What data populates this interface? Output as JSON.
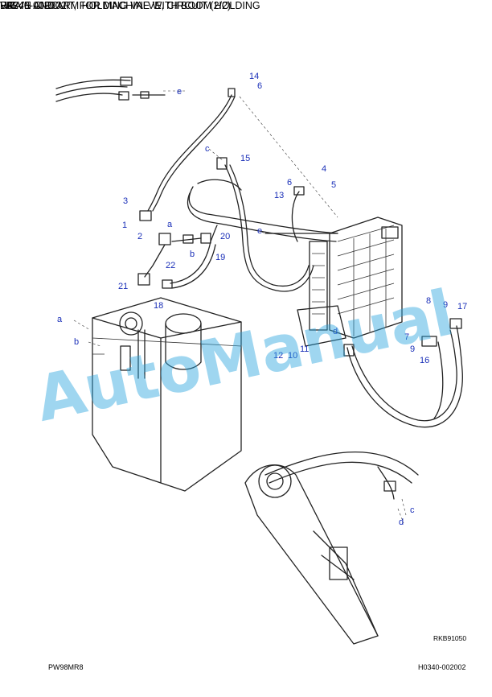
{
  "header": {
    "fig_label": "FIG",
    "fig_code": "H0340-002002",
    "title_line1": "DRAIN CIRCUIT, FOR MACHINE WITH BOOM HOLDING",
    "title_line2": "VALVE AND ARM HOLDING VALVE, CIRCUIT (2/2)"
  },
  "callouts": {
    "n1": "1",
    "n2": "2",
    "n3": "3",
    "n4": "4",
    "n5": "5",
    "n6a": "6",
    "n6b": "6",
    "n7": "7",
    "n8": "8",
    "n9a": "9",
    "n9b": "9",
    "n10": "10",
    "n11": "11",
    "n12": "12",
    "n13": "13",
    "n14": "14",
    "n15": "15",
    "n16": "16",
    "n17": "17",
    "n18": "18",
    "n19": "19",
    "n20": "20",
    "n21": "21",
    "n22": "22",
    "la1": "a",
    "la2": "a",
    "lb1": "b",
    "lb2": "b",
    "lc1": "c",
    "lc2": "c",
    "ld1": "d",
    "ld2": "d",
    "le1": "e",
    "le2": "e"
  },
  "watermark": "AutoManual",
  "reference_code": "RKB91050",
  "footer": {
    "left": "PW98MR8",
    "right": "H0340-002002"
  }
}
